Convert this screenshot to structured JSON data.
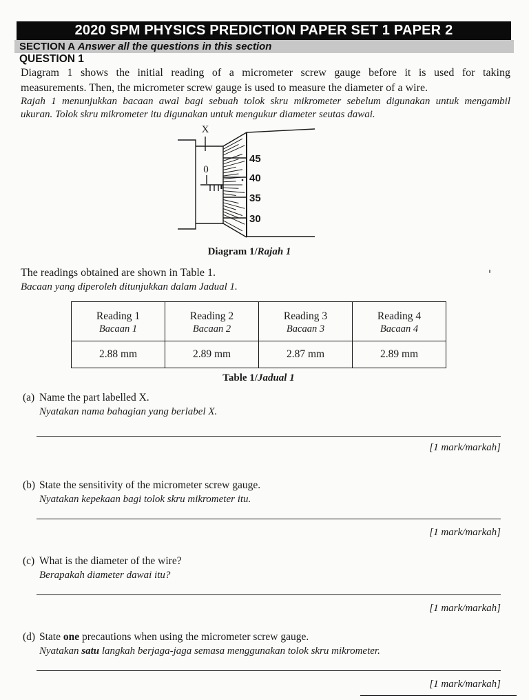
{
  "header": {
    "title": "2020 SPM PHYSICS PREDICTION PAPER SET 1 PAPER 2",
    "section_label": "SECTION A",
    "section_instruction": "Answer all the questions in this section",
    "question_label": "QUESTION 1"
  },
  "intro": {
    "en_line1": "Diagram 1 shows the initial reading of a micrometer screw gauge before it is used for taking",
    "en_line2": "measurements. Then, the micrometer screw gauge is used to measure the diameter of a wire.",
    "ms_line1": "Rajah 1 menunjukkan bacaan awal bagi sebuah tolok skru mikrometer sebelum digunakan untuk mengambil",
    "ms_line2": "ukuran. Tolok skru mikrometer itu digunakan untuk mengukur diameter seutas dawai."
  },
  "diagram": {
    "label_x": "X",
    "label_zero": "0",
    "scale_labels": [
      "45",
      "40",
      "35",
      "30"
    ],
    "caption_en": "Diagram 1/",
    "caption_ms": "Rajah 1"
  },
  "table_intro": {
    "en": "The readings obtained are shown in Table 1.",
    "ms": "Bacaan yang diperoleh ditunjukkan dalam Jadual 1."
  },
  "table": {
    "columns": [
      {
        "en": "Reading 1",
        "ms": "Bacaan 1",
        "value": "2.88 mm"
      },
      {
        "en": "Reading 2",
        "ms": "Bacaan 2",
        "value": "2.89 mm"
      },
      {
        "en": "Reading 3",
        "ms": "Bacaan 3",
        "value": "2.87 mm"
      },
      {
        "en": "Reading 4",
        "ms": "Bacaan 4",
        "value": "2.89 mm"
      }
    ],
    "caption_en": "Table 1/",
    "caption_ms": "Jadual 1"
  },
  "questions": [
    {
      "label": "(a)",
      "en": "Name the part labelled X.",
      "ms": "Nyatakan nama bahagian yang berlabel X.",
      "marks": "[1 mark/markah]"
    },
    {
      "label": "(b)",
      "en": "State the sensitivity of the micrometer screw gauge.",
      "ms": "Nyatakan kepekaan bagi tolok skru mikrometer itu.",
      "marks": "[1 mark/markah]"
    },
    {
      "label": "(c)",
      "en": "What is the diameter of the wire?",
      "ms": "Berapakah diameter dawai itu?",
      "marks": "[1 mark/markah]"
    },
    {
      "label": "(d)",
      "en_prefix": "State ",
      "en_bold": "one",
      "en_suffix": " precautions when using the micrometer screw gauge.",
      "ms_prefix": "Nyatakan ",
      "ms_bold": "satu",
      "ms_suffix": " langkah berjaga-jaga semasa menggunakan tolok skru mikrometer.",
      "marks": "[1 mark/markah]"
    }
  ]
}
